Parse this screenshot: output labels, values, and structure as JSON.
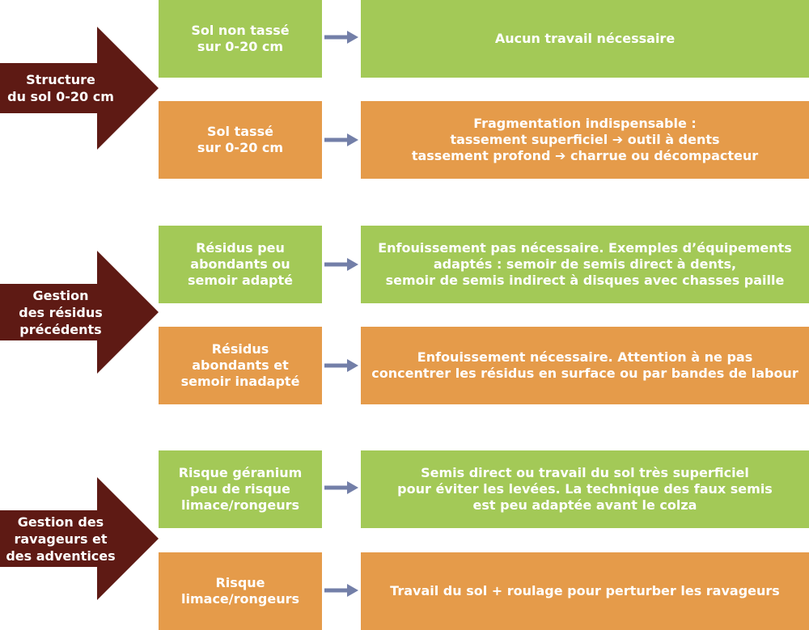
{
  "colors": {
    "green": "#a3c957",
    "orange": "#e59b4a",
    "dark_red": "#5e1a14",
    "small_arrow": "#737fa8"
  },
  "sections": [
    {
      "title": "Structure\ndu sol 0-20 cm",
      "rows": [
        {
          "condition": "Sol non tassé\nsur 0-20 cm",
          "action": "Aucun travail nécessaire",
          "color": "green"
        },
        {
          "condition": "Sol tassé\nsur 0-20 cm",
          "action": "Fragmentation indispensable :\ntassement superficiel ➔ outil à dents\ntassement profond ➔ charrue ou décompacteur",
          "color": "orange"
        }
      ]
    },
    {
      "title": "Gestion\ndes résidus\nprécédents",
      "rows": [
        {
          "condition": "Résidus peu\nabondants ou\nsemoir adapté",
          "action": "Enfouissement pas nécessaire. Exemples d’équipements\nadaptés : semoir de semis direct à dents,\nsemoir de semis indirect à disques avec chasses paille",
          "color": "green"
        },
        {
          "condition": "Résidus\nabondants et\nsemoir inadapté",
          "action": "Enfouissement nécessaire. Attention à ne pas\nconcentrer les résidus en surface ou par bandes de labour",
          "color": "orange"
        }
      ]
    },
    {
      "title": "Gestion des\nravageurs et\ndes adventices",
      "rows": [
        {
          "condition": "Risque géranium\npeu de risque\nlimace/rongeurs",
          "action": "Semis direct ou travail du sol très superficiel\npour éviter les levées. La technique des faux semis\nest peu adaptée avant le colza",
          "color": "green"
        },
        {
          "condition": "Risque\nlimace/rongeurs",
          "action": "Travail du sol + roulage pour perturber les ravageurs",
          "color": "orange"
        }
      ]
    }
  ]
}
